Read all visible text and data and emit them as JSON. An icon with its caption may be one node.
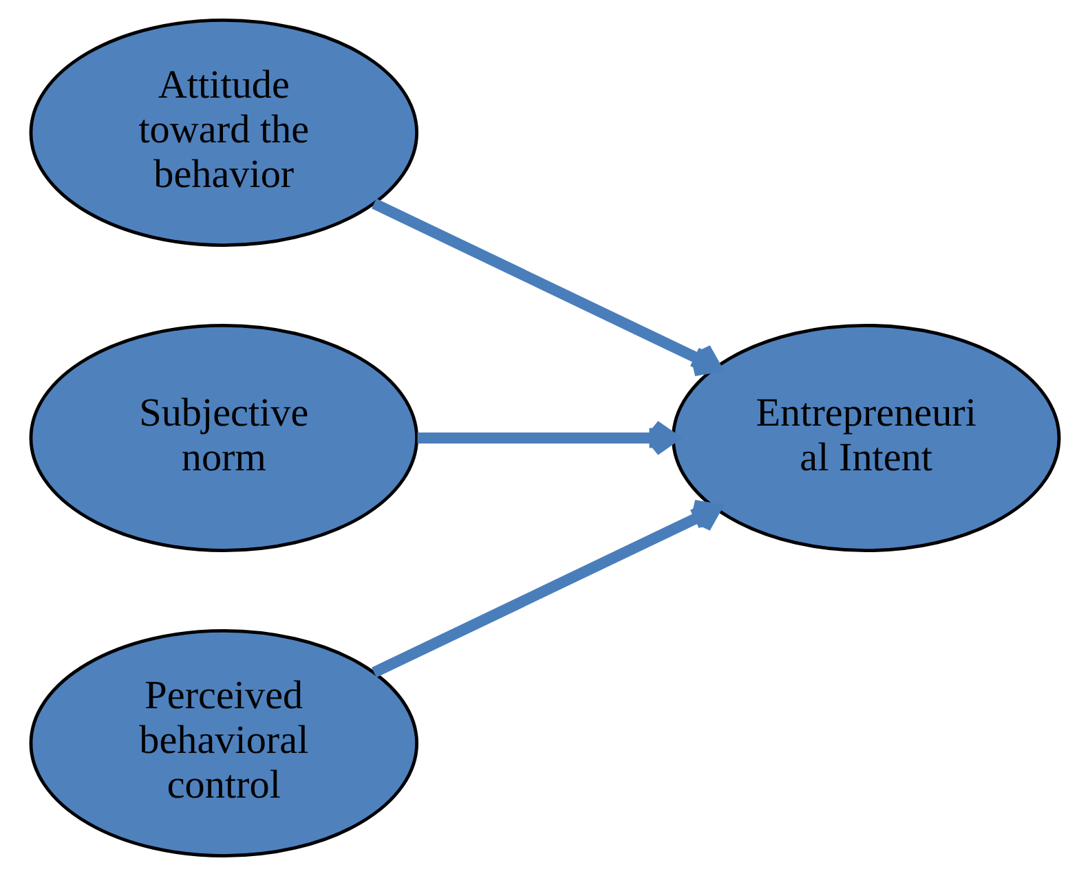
{
  "diagram": {
    "nodes": [
      {
        "text": [
          "Attitude toward the behavior"
        ]
      },
      {
        "text": [
          "Subjective norm"
        ]
      },
      {
        "text": [
          "Perceived behavioral control"
        ]
      },
      {
        "text": [
          "Entrepreneuri al Intent"
        ]
      }
    ],
    "edges": [
      {
        "from": 0,
        "to": 3,
        "arrow": "to"
      },
      {
        "from": 1,
        "to": 3,
        "arrow": "to"
      },
      {
        "from": 2,
        "to": 3,
        "arrow": "to"
      }
    ]
  }
}
